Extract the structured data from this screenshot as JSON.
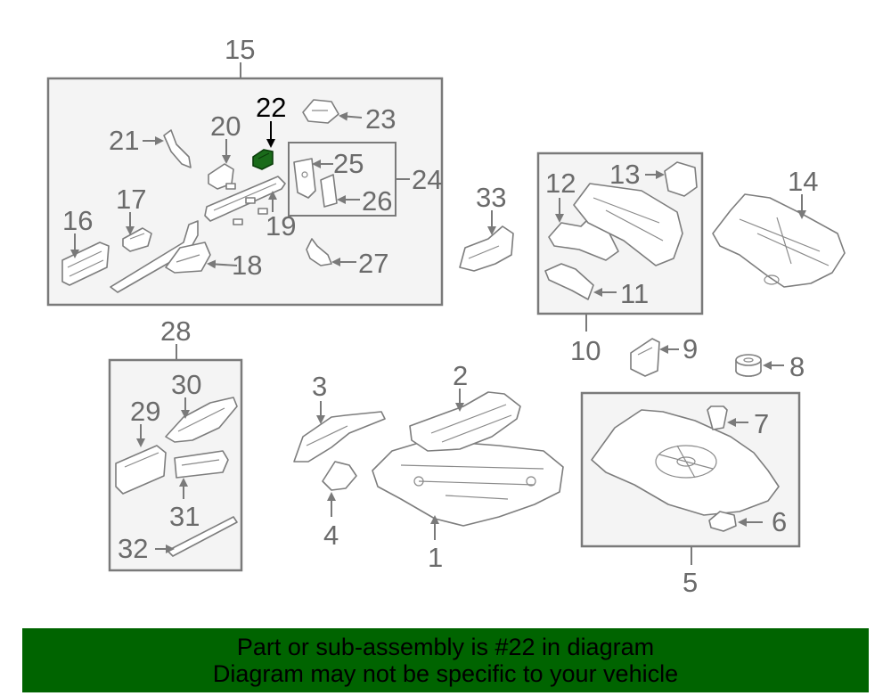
{
  "callouts": {
    "c1": "1",
    "c2": "2",
    "c3": "3",
    "c4": "4",
    "c5": "5",
    "c6": "6",
    "c7": "7",
    "c8": "8",
    "c9": "9",
    "c10": "10",
    "c11": "11",
    "c12": "12",
    "c13": "13",
    "c14": "14",
    "c15": "15",
    "c16": "16",
    "c17": "17",
    "c18": "18",
    "c19": "19",
    "c20": "20",
    "c21": "21",
    "c22": "22",
    "c23": "23",
    "c24": "24",
    "c25": "25",
    "c26": "26",
    "c27": "27",
    "c28": "28",
    "c29": "29",
    "c30": "30",
    "c31": "31",
    "c32": "32",
    "c33": "33"
  },
  "highlight": {
    "part": "22",
    "color": "#1a6b1a"
  },
  "banner": {
    "line1": "Part or sub-assembly is #22 in diagram",
    "line2": "Diagram may not be specific to your vehicle",
    "background": "#006400"
  }
}
